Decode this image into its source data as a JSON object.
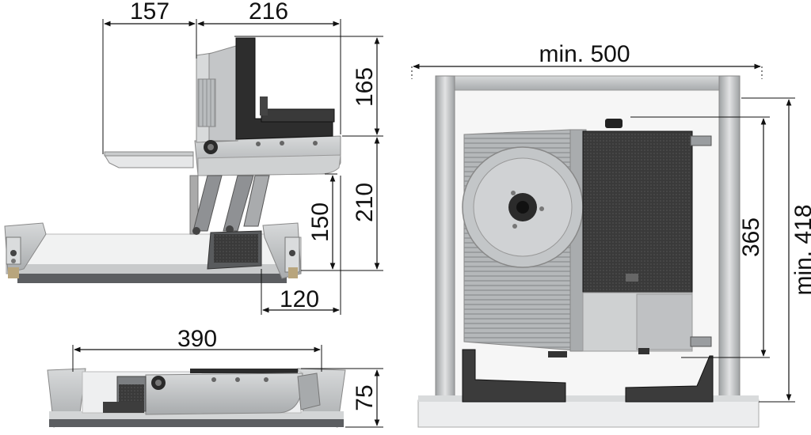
{
  "dimensions": {
    "d157": "157",
    "d216": "216",
    "d165": "165",
    "d210": "210",
    "d150": "150",
    "d120": "120",
    "d390": "390",
    "d75": "75",
    "d500": "min. 500",
    "d365": "365",
    "d418": "min. 418"
  },
  "colors": {
    "line": "#111111",
    "steel": "#b9bcbe",
    "steel_dark": "#8a8d90",
    "black_part": "#2b2b2b",
    "panel": "#e9eaea"
  }
}
